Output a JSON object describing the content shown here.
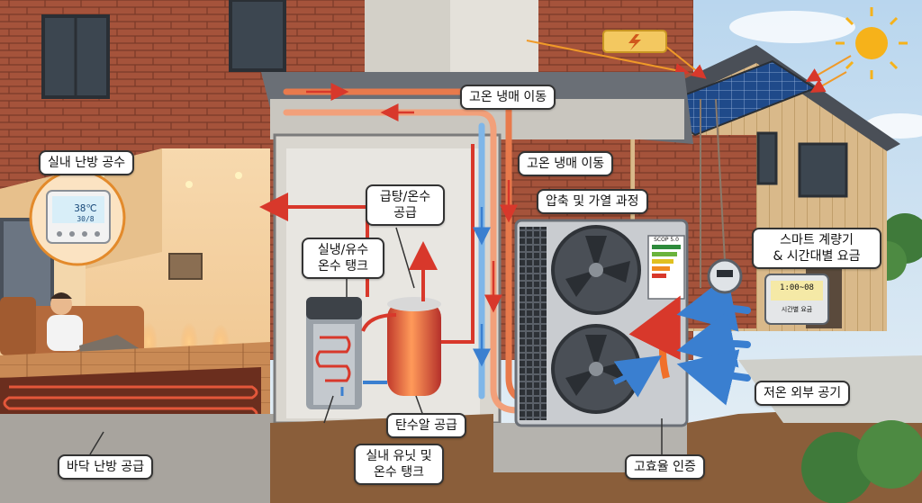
{
  "labels": {
    "indoor_heating_air": "실내 난방 공수",
    "high_temp_refrigerant_1": "고온 냉매 이동",
    "high_temp_refrigerant_2": "고온 냉매 이동",
    "hot_water_supply": [
      "급탕/온수",
      "공급"
    ],
    "cooling_heating_tank": [
      "실냉/유수",
      "온수 탱크"
    ],
    "compression_heating_process": "압축 및 가열 과정",
    "smart_meter": [
      "스마트 계량기",
      "& 시간대별 요금"
    ],
    "low_temp_outside_air": "저온 외부 공기",
    "floor_heating_supply": "바닥 난방 공급",
    "indoor_unit_tank": [
      "실내 유닛 및",
      "온수 탱크"
    ],
    "carbon_neutral_supply": "탄수알 공급",
    "high_efficiency_cert": "고효율 인증"
  },
  "thermostat": {
    "temp": "38℃",
    "time": "30/8"
  },
  "meter_screen": {
    "time": "1:00~08",
    "rate": "시간별 요금"
  },
  "efficiency_label": "SCOP 5.0",
  "icons": [
    "sun-icon",
    "lightning-icon",
    "solar-panel",
    "heat-pump-unit",
    "hot-water-cylinder",
    "thermostat",
    "smart-meter"
  ],
  "colors": {
    "hot_arrow": "#d8382b",
    "cold_arrow": "#3a7fd0",
    "brick": "#9c4a35",
    "floor_heat": "#e4573a",
    "sun": "#f6b21a"
  }
}
